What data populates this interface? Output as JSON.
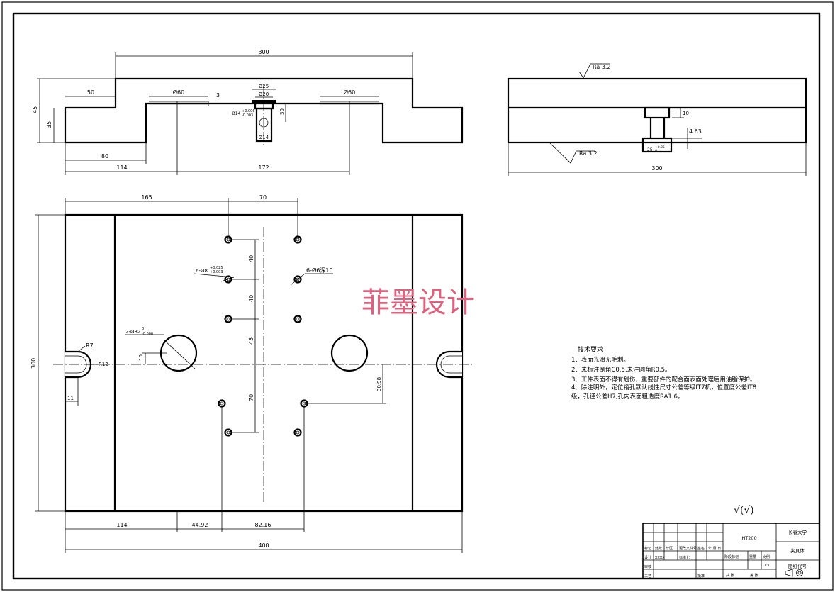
{
  "watermark": "菲墨设计",
  "dimensions": {
    "top_view": {
      "d300": "300",
      "d50": "50",
      "d60a": "Ø60",
      "d60b": "Ø60",
      "d3": "3",
      "d25": "Ø25",
      "d20": "Ø20",
      "d35": "35",
      "d45": "45",
      "d80": "80",
      "d114": "114",
      "d172": "172",
      "d30": "30",
      "d14": "Ø14",
      "tol_base": "Ø14",
      "tol_up": "+0.006",
      "tol_dn": "-0.003"
    },
    "side_view": {
      "ra_top": "Ra 3.2",
      "ra_bottom": "Ra 3.2",
      "d300": "300",
      "d10": "10",
      "d463": "4.63",
      "d25tol": "25",
      "d25up": "+0.05",
      "d25dn": "0"
    },
    "plan_view": {
      "d165": "165",
      "d70top": "70",
      "d40a": "40",
      "d40b": "40",
      "d45": "45",
      "d70v": "70",
      "d10": "10",
      "d3098": "30.98",
      "d300": "300",
      "d114": "114",
      "d4492": "44.92",
      "d8216": "82.16",
      "d400": "400",
      "r7": "R7",
      "r12": "R12",
      "d11": "11",
      "holes_a": "6-Ø8",
      "holes_a_up": "+0.025",
      "holes_a_dn": "+0.003",
      "holes_b": "6-Ø6深10",
      "holes_c": "2-Ø32",
      "holes_c_up": "0",
      "holes_c_dn": "-0.006"
    }
  },
  "notes": {
    "title": "技术要求",
    "lines": [
      "1、表面光滑无毛刺。",
      "2、未标注倒角C0.5,未注圆角R0.5。",
      "3、工件表面不得有划伤，重要部件的配合面表面处理后用油脂保护。",
      "4、除注明外，定位销孔默认线性尺寸公差等级IT7机，位置度公差IT8",
      "级，孔径公差H7,孔内表面粗造度RA1.6。"
    ]
  },
  "roughness_symbol": "√(√)",
  "title_block": {
    "material": "HT200",
    "school": "长春大学",
    "part_name": "夹具体",
    "drawing_no": "图纸代号",
    "labels": [
      "标记",
      "处数",
      "分区",
      "更改文件号",
      "签名",
      "年.月.日",
      "设计",
      "标准化",
      "阶段标记",
      "重量",
      "比例",
      "审核",
      "工艺",
      "批准",
      "共 张",
      "第 张"
    ],
    "scale": "1:1",
    "designer_code": "XXXX"
  }
}
